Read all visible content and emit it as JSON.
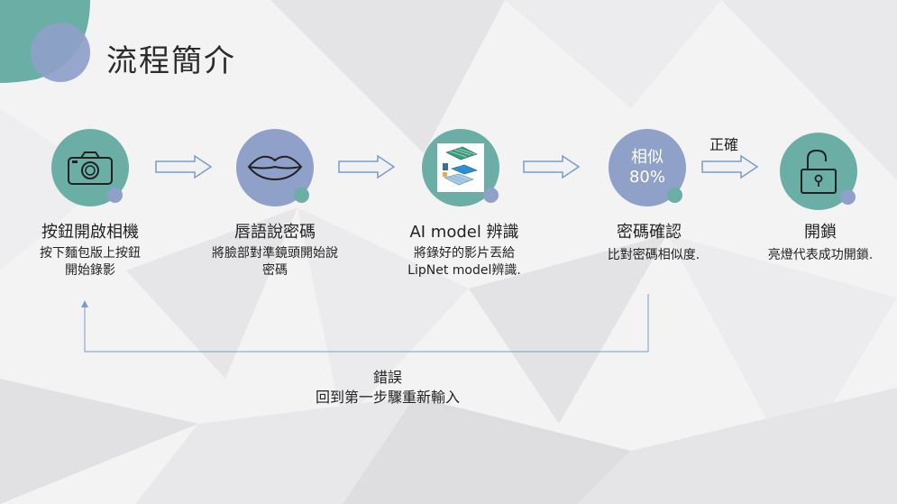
{
  "title": "流程簡介",
  "steps": [
    {
      "title": "按鈕開啟相機",
      "desc": [
        "按下麵包版上按鈕",
        "開始錄影"
      ],
      "icon": "camera-icon",
      "circle_color": "#6aaea6",
      "dot_color": "#8fa0c9"
    },
    {
      "title": "唇語說密碼",
      "desc": [
        "將臉部對準鏡頭開始說",
        "密碼"
      ],
      "icon": "lips-icon",
      "circle_color": "#8fa0c9",
      "dot_color": "#6aaea6"
    },
    {
      "title": "AI model 辨識",
      "desc": [
        "將錄好的影片丟給",
        "LipNet model辨識."
      ],
      "icon": "neural-network-icon",
      "circle_color": "#6aaea6",
      "dot_color": "#8fa0c9"
    },
    {
      "title": "密碼確認",
      "desc": [
        "比對密碼相似度."
      ],
      "icon_text": [
        "相似",
        "80%"
      ],
      "circle_color": "#8fa0c9",
      "dot_color": "#6aaea6"
    },
    {
      "title": "開鎖",
      "desc": [
        "亮燈代表成功開鎖."
      ],
      "icon": "unlock-icon",
      "circle_color": "#6aaea6",
      "dot_color": "#8fa0c9"
    }
  ],
  "correct_label": "正確",
  "error_label": [
    "錯誤",
    "回到第一步驟重新輸入"
  ],
  "colors": {
    "teal": "#6aaea6",
    "blue": "#8fa0c9",
    "arrow": "#7a9cc6"
  }
}
